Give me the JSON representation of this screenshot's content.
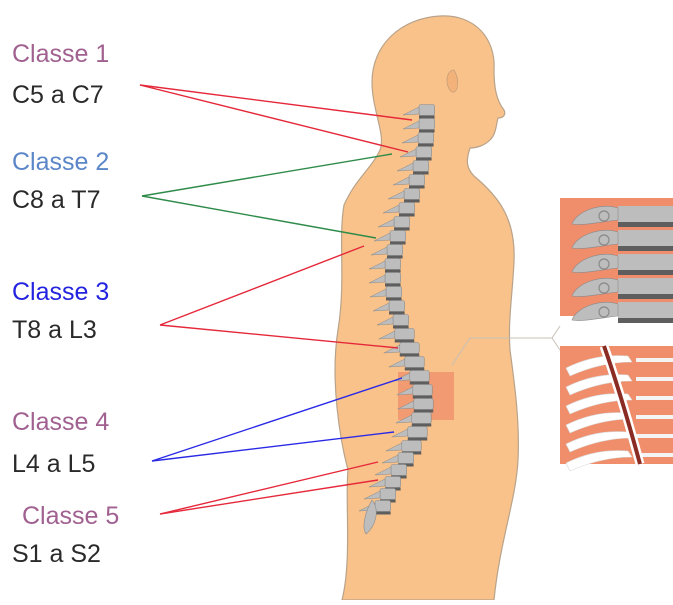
{
  "colors": {
    "body": "#F8C28A",
    "outline": "#B9A38A",
    "spine_bone": "#BDBDBD",
    "spine_dark": "#5E5E5E",
    "inset_bg": "#F08D6A",
    "highlight_region": "#F08D6A"
  },
  "groups": [
    {
      "class_label": "Classe 1",
      "range_label": "C5 a C7",
      "title_color": "#A06090",
      "line_color": "#E5283A"
    },
    {
      "class_label": "Classe 2",
      "range_label": "C8 a T7",
      "title_color": "#5B86C8",
      "line_color": "#2E8B4A"
    },
    {
      "class_label": "Classe 3",
      "range_label": "T8 a L3",
      "title_color": "#2323E0",
      "line_color": "#E5283A"
    },
    {
      "class_label": "Classe 4",
      "range_label": "L4 a L5",
      "title_color": "#A06090",
      "line_color": "#2A2AE6"
    },
    {
      "class_label": "Classe 5",
      "range_label": "S1 a S2",
      "title_color": "#A06090",
      "line_color": "#E5283A"
    }
  ]
}
